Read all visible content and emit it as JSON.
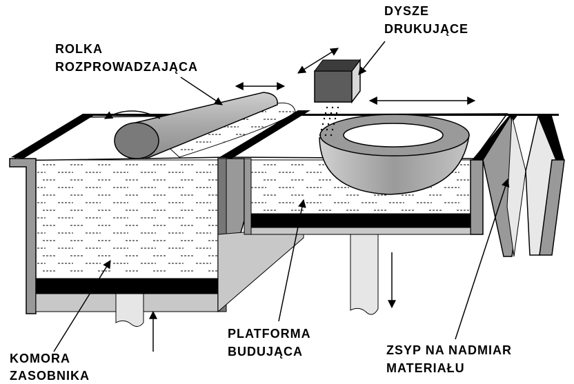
{
  "labels": {
    "nozzles_line1": "DYSZE",
    "nozzles_line2": "DRUKUJĄCE",
    "roller_line1": "ROLKA",
    "roller_line2": "ROZPROWADZAJĄCA",
    "platform_line1": "PLATFORMA",
    "platform_line2": "BUDUJĄCA",
    "feed_line1": "KOMORA",
    "feed_line2": "ZASOBNIKA",
    "overflow_line1": "ZSYP NA NADMIAR",
    "overflow_line2": "MATERIAŁU"
  },
  "colors": {
    "outline": "#000000",
    "wall_gray": "#999999",
    "wall_light": "#c8c8c8",
    "powder": "#ffffff",
    "part_gray": "#a0a0a0",
    "roller_gray": "#b5b5b5",
    "roller_end": "#7a7a7a",
    "piston": "#e6e6e6",
    "nozzle_front": "#5c5c5c",
    "nozzle_side": "#d8d8d8"
  }
}
